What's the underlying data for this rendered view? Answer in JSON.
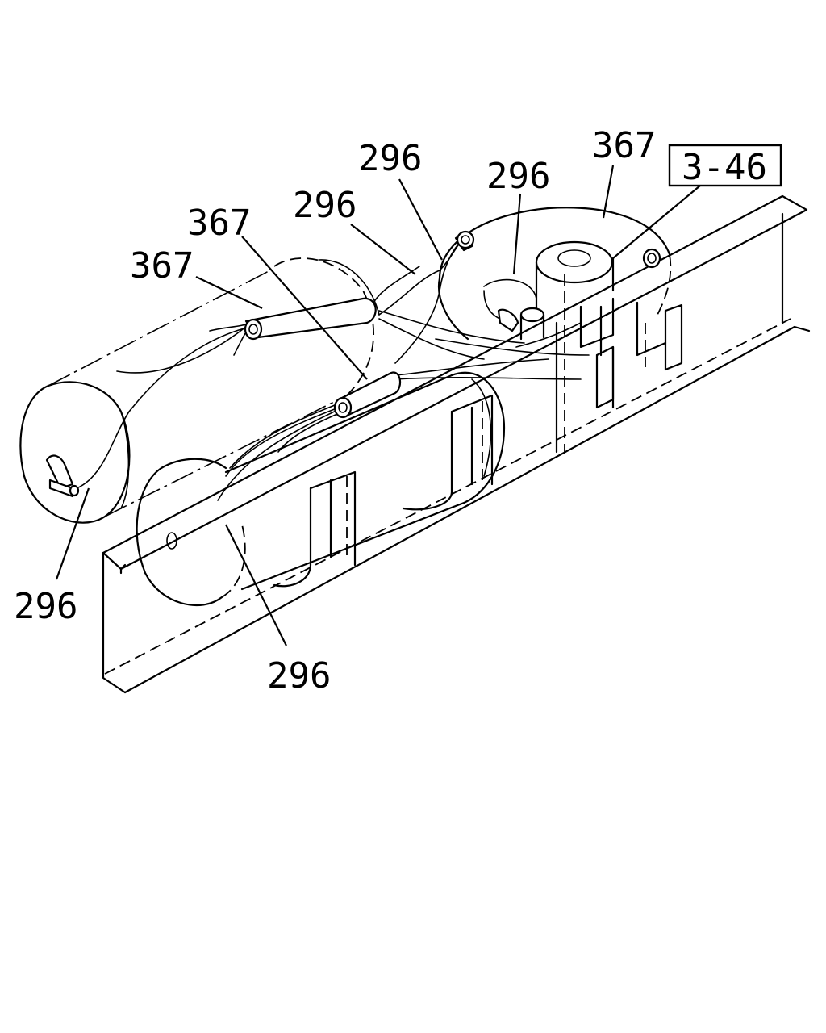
{
  "callouts": [
    {
      "id": "c1",
      "text": "367"
    },
    {
      "id": "c2",
      "text": "296"
    },
    {
      "id": "c3",
      "text": "296"
    },
    {
      "id": "c4",
      "text": "296"
    },
    {
      "id": "c5",
      "text": "367"
    },
    {
      "id": "c6",
      "text": "367"
    },
    {
      "id": "c7",
      "text": "296"
    },
    {
      "id": "c8",
      "text": "296"
    }
  ],
  "reference": {
    "text": "3-46"
  }
}
